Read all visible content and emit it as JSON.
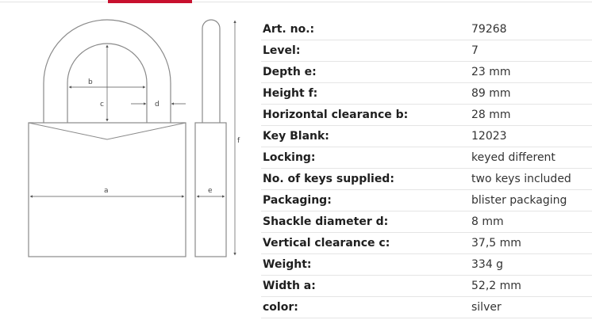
{
  "diagram": {
    "labels": {
      "a": "a",
      "b": "b",
      "c": "c",
      "d": "d",
      "e": "e",
      "f": "f"
    }
  },
  "specs": [
    {
      "label": "Art. no.:",
      "value": "79268"
    },
    {
      "label": "Level:",
      "value": "7"
    },
    {
      "label": "Depth e:",
      "value": "23 mm"
    },
    {
      "label": "Height f:",
      "value": "89 mm"
    },
    {
      "label": "Horizontal clearance b:",
      "value": "28 mm"
    },
    {
      "label": "Key Blank:",
      "value": "12023"
    },
    {
      "label": "Locking:",
      "value": "keyed different"
    },
    {
      "label": "No. of keys supplied:",
      "value": "two keys included"
    },
    {
      "label": "Packaging:",
      "value": "blister packaging"
    },
    {
      "label": "Shackle diameter d:",
      "value": "8 mm"
    },
    {
      "label": "Vertical clearance c:",
      "value": "37,5 mm"
    },
    {
      "label": "Weight:",
      "value": "334 g"
    },
    {
      "label": "Width a:",
      "value": "52,2 mm"
    },
    {
      "label": "color:",
      "value": "silver"
    }
  ]
}
